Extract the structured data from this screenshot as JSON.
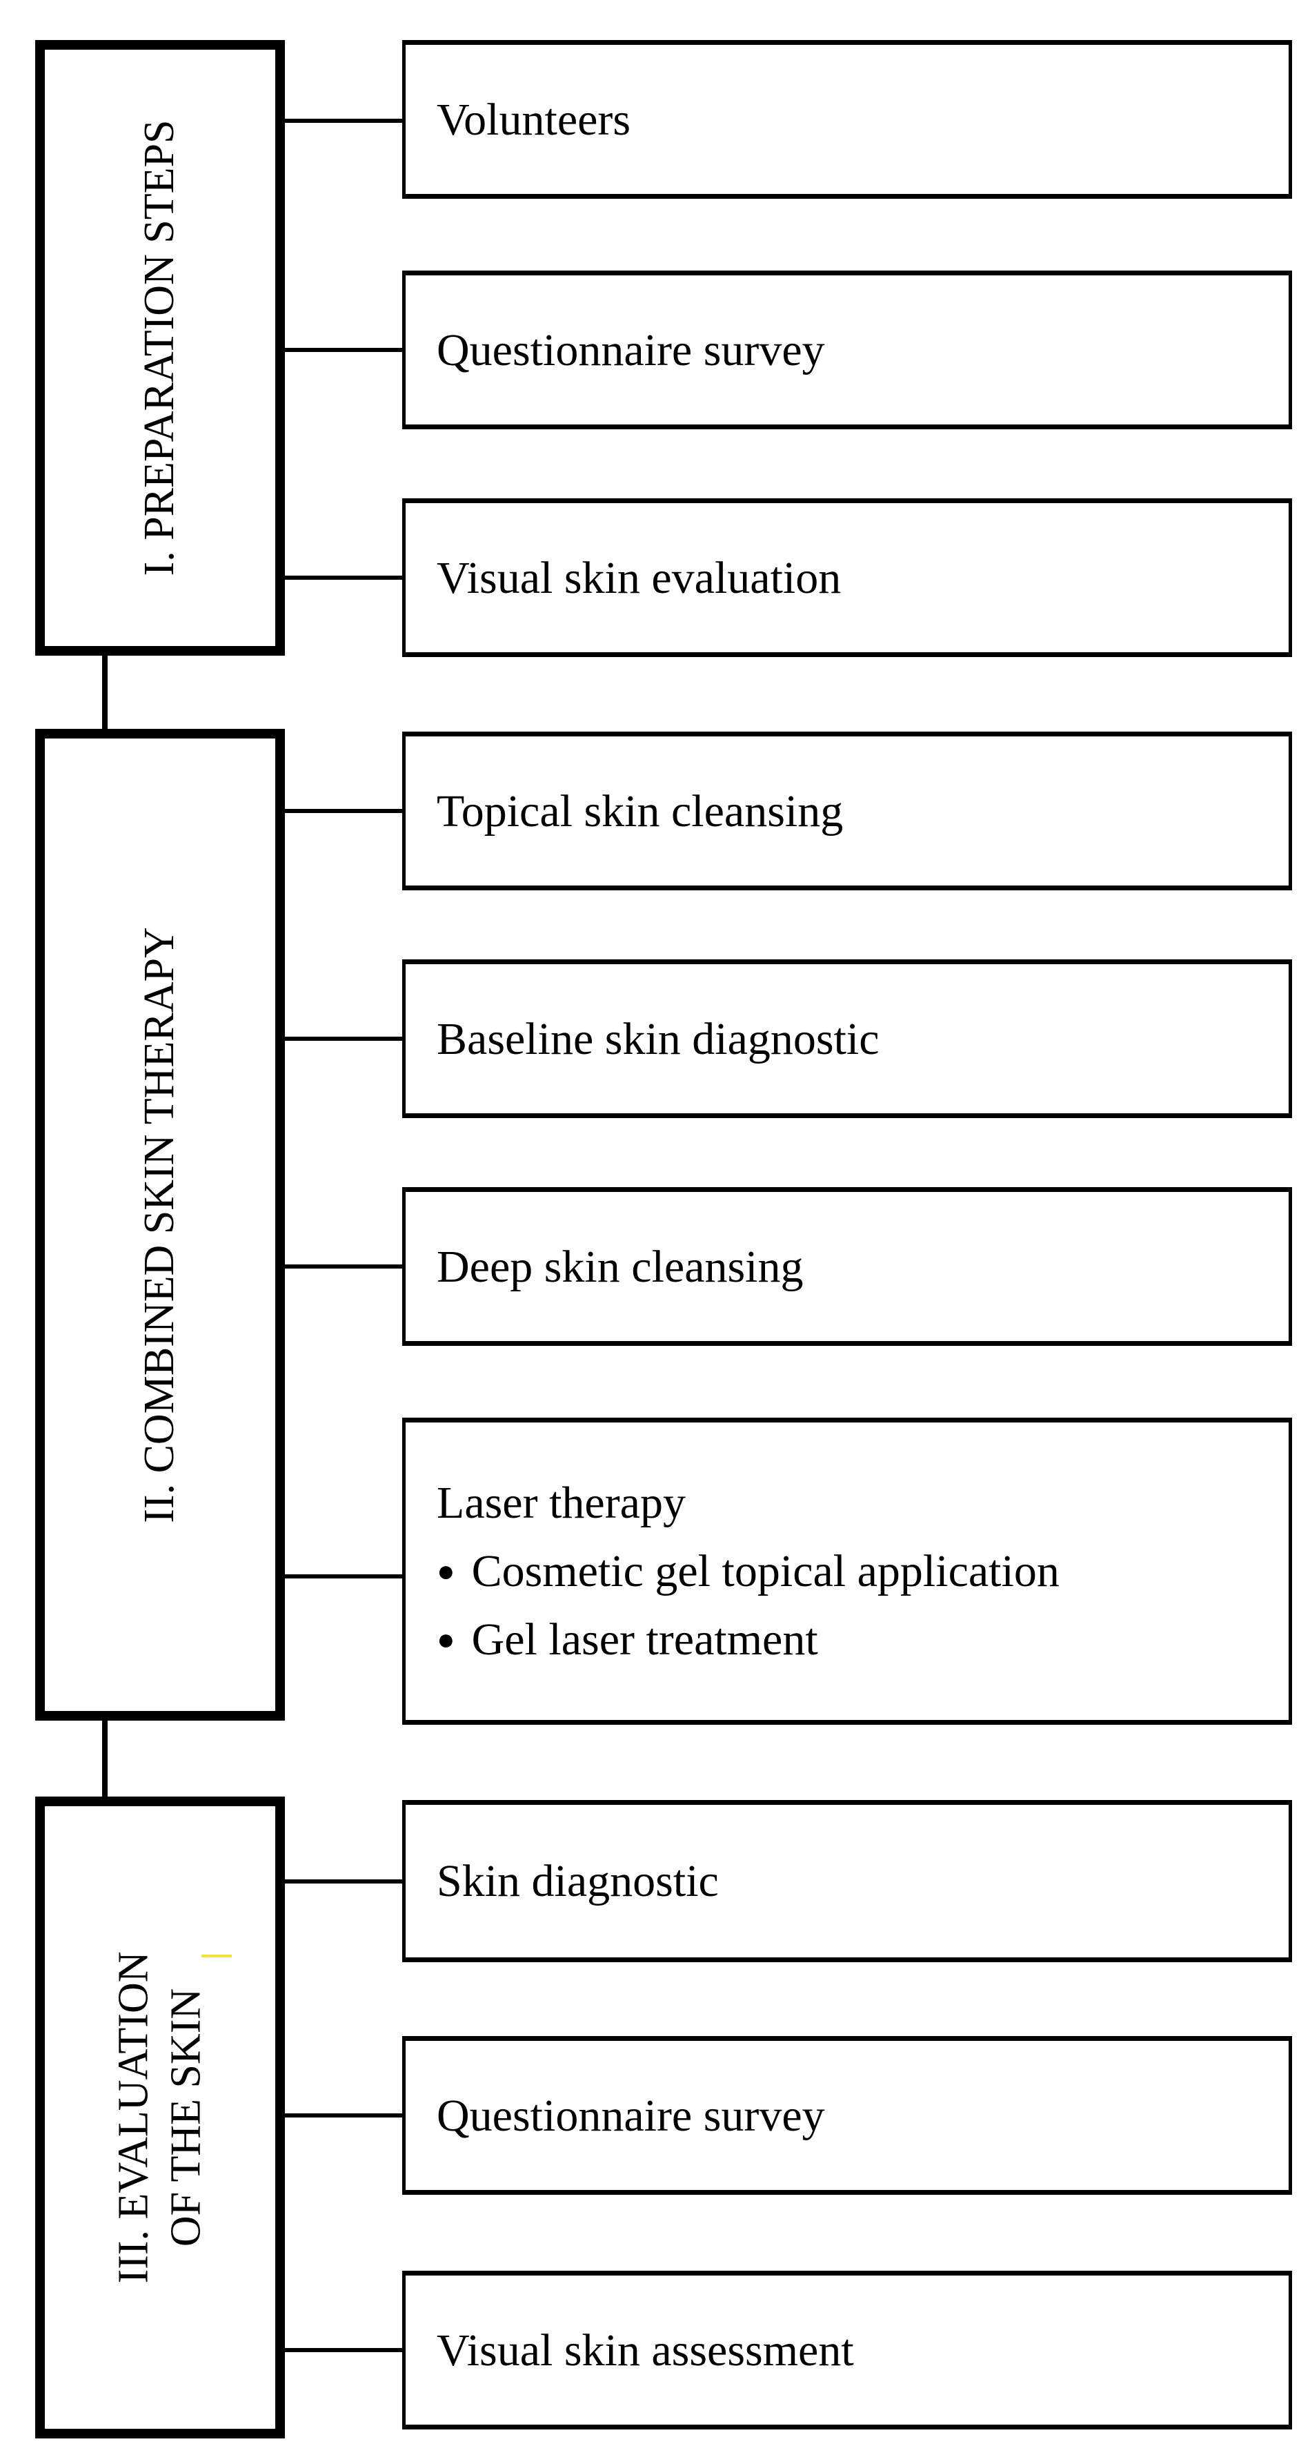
{
  "phases": [
    {
      "label_lines": [
        "I. PREPARATION STEPS"
      ]
    },
    {
      "label_lines": [
        "II. COMBINED SKIN THERAPY"
      ]
    },
    {
      "label_lines": [
        "III. EVALUATION",
        "OF THE SKIN"
      ]
    }
  ],
  "steps": [
    {
      "title": "Volunteers"
    },
    {
      "title": "Questionnaire survey"
    },
    {
      "title": "Visual skin evaluation"
    },
    {
      "title": "Topical skin cleansing"
    },
    {
      "title": "Baseline skin diagnostic"
    },
    {
      "title": "Deep skin cleansing"
    },
    {
      "title": "Laser therapy",
      "bullets": [
        "Cosmetic gel topical application",
        "Gel laser treatment"
      ],
      "bullet_symbol": "●"
    },
    {
      "title": "Skin diagnostic"
    },
    {
      "title": "Questionnaire survey"
    },
    {
      "title": "Visual skin assessment"
    }
  ],
  "colors": {
    "line": "#000000",
    "background": "#ffffff",
    "highlight": "#f2e33a"
  }
}
